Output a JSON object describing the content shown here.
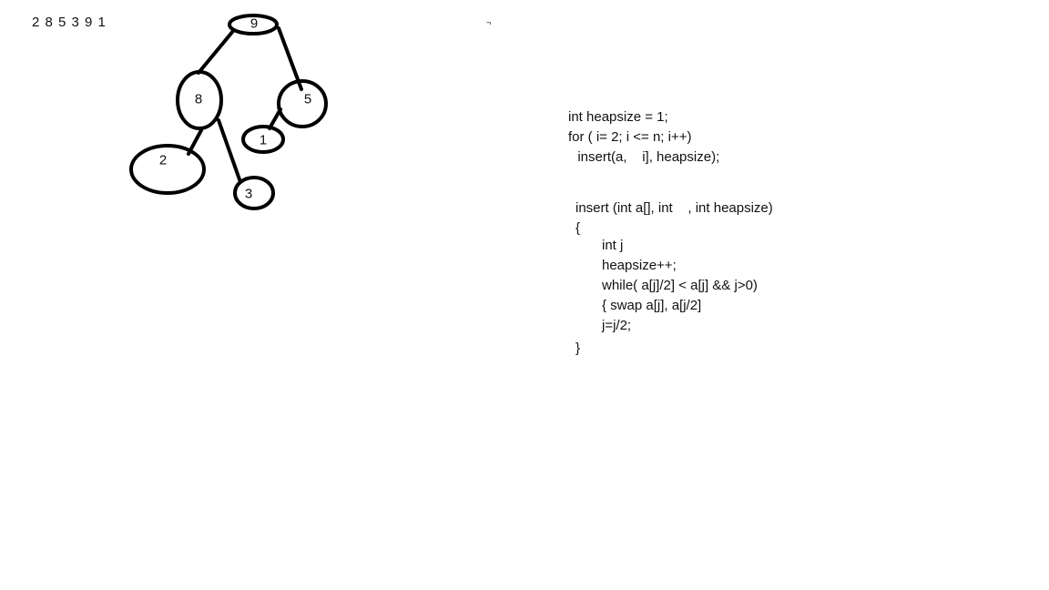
{
  "array_text": "2 8 5 3 9 1",
  "tree": {
    "root": "9",
    "left": "8",
    "right": "5",
    "left_left": "2",
    "left_right": "3",
    "right_left": "1"
  },
  "stray_mark": "¬",
  "code_block_1": {
    "line1": "int heapsize = 1;",
    "line2": "for ( i= 2; i <= n; i++)",
    "line3": "  insert(a,    i], heapsize);"
  },
  "code_block_2": {
    "line1": "insert (int a[], int    , int heapsize)",
    "line2": "{",
    "line3": "int j",
    "line4": "heapsize++;",
    "line5": "while( a[j]/2] < a[j] && j>0)",
    "line6": "{ swap a[j], a[j/2]",
    "line7": "j=j/2;",
    "line8": "}"
  }
}
